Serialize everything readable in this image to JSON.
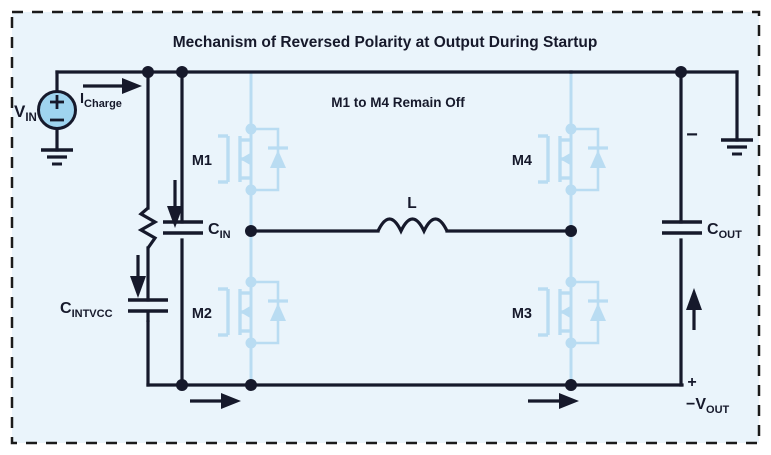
{
  "figure": {
    "title": "Mechanism of Reversed Polarity at Output During Startup",
    "note": "M1 to M4 Remain Off",
    "border_style": "dashed",
    "border_color": "#1a1a1a",
    "background_color": "#eaf4fb",
    "wire_color": "#16192b",
    "inactive_device_color": "#b9dcf2",
    "source_fill_color": "#9fd4ef"
  },
  "labels": {
    "vin": "V",
    "vin_sub": "IN",
    "icharge": "I",
    "icharge_sub": "Charge",
    "cin": "C",
    "cin_sub": "IN",
    "cintvcc": "C",
    "cintvcc_sub": "INTV",
    "cintvcc_sub2": "CC",
    "cout": "C",
    "cout_sub": "OUT",
    "vout": "−V",
    "vout_sub": "OUT",
    "inductor": "L",
    "minus_sign": "−",
    "plus_sign": "+",
    "m1": "M1",
    "m2": "M2",
    "m3": "M3",
    "m4": "M4"
  },
  "components": [
    {
      "name": "voltage-source-vin",
      "type": "dc-source",
      "label": "V_IN"
    },
    {
      "name": "resistor-r1",
      "type": "resistor"
    },
    {
      "name": "capacitor-cintvcc",
      "type": "capacitor",
      "label": "C_INTVCC"
    },
    {
      "name": "capacitor-cin",
      "type": "capacitor",
      "label": "C_IN"
    },
    {
      "name": "capacitor-cout",
      "type": "capacitor",
      "label": "C_OUT"
    },
    {
      "name": "inductor-l",
      "type": "inductor",
      "label": "L"
    },
    {
      "name": "mosfet-m1",
      "type": "nmos",
      "label": "M1",
      "state": "off"
    },
    {
      "name": "mosfet-m2",
      "type": "nmos",
      "label": "M2",
      "state": "off"
    },
    {
      "name": "mosfet-m3",
      "type": "nmos",
      "label": "M3",
      "state": "off"
    },
    {
      "name": "mosfet-m4",
      "type": "nmos",
      "label": "M4",
      "state": "off"
    },
    {
      "name": "ground-input",
      "type": "ground"
    },
    {
      "name": "ground-output",
      "type": "ground"
    }
  ],
  "current_arrows": [
    {
      "name": "arrow-icharge-top",
      "direction": "right"
    },
    {
      "name": "arrow-cin-down",
      "direction": "down"
    },
    {
      "name": "arrow-cintvcc-down",
      "direction": "down"
    },
    {
      "name": "arrow-bottom-left",
      "direction": "right"
    },
    {
      "name": "arrow-bottom-right",
      "direction": "right"
    },
    {
      "name": "arrow-cout-up",
      "direction": "up"
    }
  ]
}
